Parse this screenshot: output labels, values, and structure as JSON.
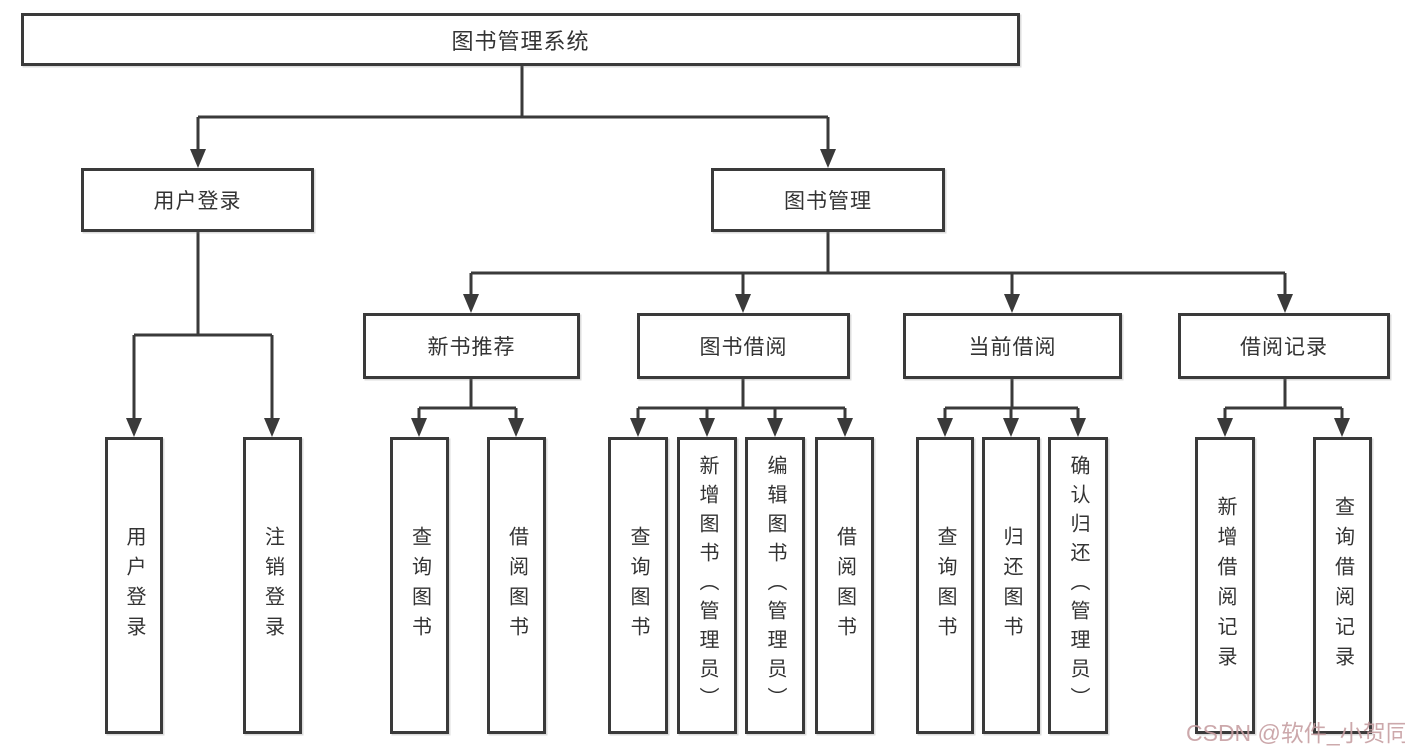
{
  "diagram": {
    "root": {
      "label": "图书管理系统"
    },
    "branches": [
      {
        "label": "用户登录",
        "children": [
          {
            "label": "用户登录"
          },
          {
            "label": "注销登录"
          }
        ]
      },
      {
        "label": "图书管理",
        "children": [
          {
            "label": "新书推荐",
            "children": [
              {
                "label": "查询图书"
              },
              {
                "label": "借阅图书"
              }
            ]
          },
          {
            "label": "图书借阅",
            "children": [
              {
                "label": "查询图书"
              },
              {
                "label": "新增图书（管理员）"
              },
              {
                "label": "编辑图书（管理员）"
              },
              {
                "label": "借阅图书"
              }
            ]
          },
          {
            "label": "当前借阅",
            "children": [
              {
                "label": "查询图书"
              },
              {
                "label": "归还图书"
              },
              {
                "label": "确认归还（管理员）"
              }
            ]
          },
          {
            "label": "借阅记录",
            "children": [
              {
                "label": "新增借阅记录"
              },
              {
                "label": "查询借阅记录"
              }
            ]
          }
        ]
      }
    ]
  },
  "watermark": {
    "text": "CSDN @软件_小贺同学"
  },
  "colors": {
    "line": "#3a3a3a",
    "text": "#333333",
    "background": "#ffffff",
    "watermark": "#c69ea2"
  }
}
